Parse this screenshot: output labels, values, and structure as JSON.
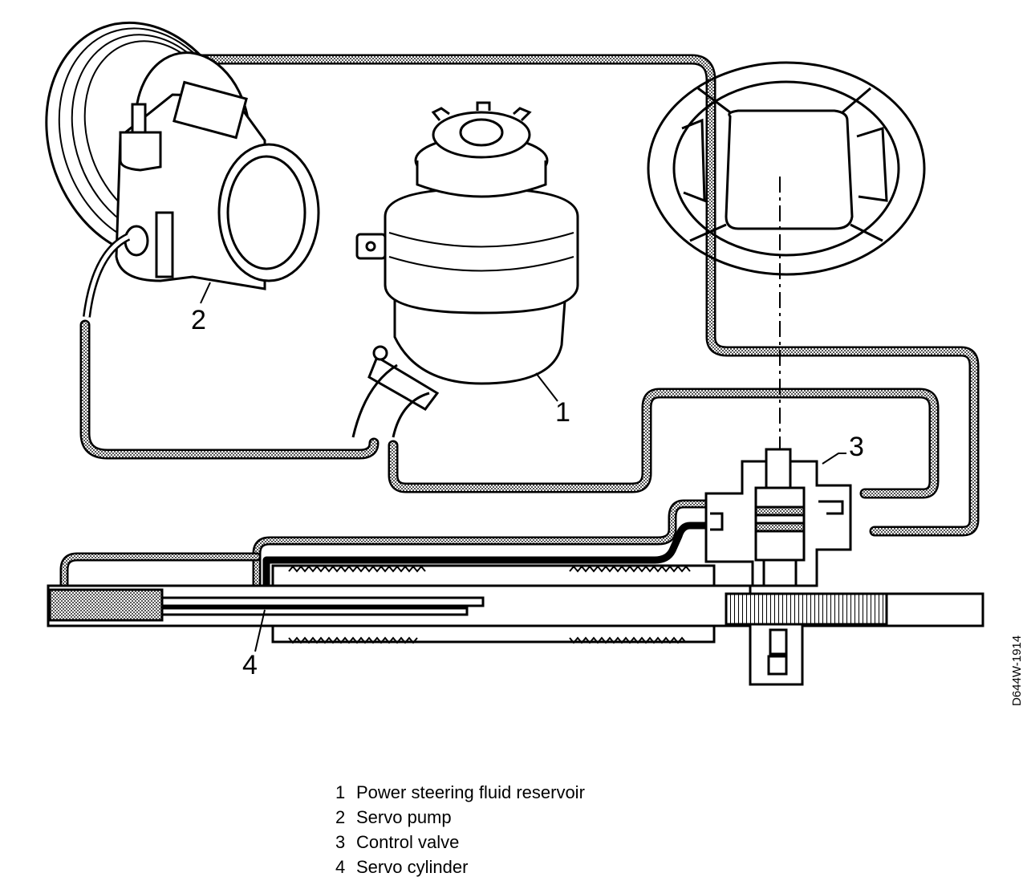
{
  "callouts": {
    "c1": "1",
    "c2": "2",
    "c3": "3",
    "c4": "4"
  },
  "figure_code": "D644W-1914",
  "legend": [
    {
      "num": "1",
      "label": "Power steering fluid reservoir"
    },
    {
      "num": "2",
      "label": "Servo pump"
    },
    {
      "num": "3",
      "label": "Control valve"
    },
    {
      "num": "4",
      "label": "Servo cylinder"
    }
  ],
  "colors": {
    "line": "#000000",
    "hose_fill": "#9a9a9a",
    "background": "#ffffff"
  }
}
